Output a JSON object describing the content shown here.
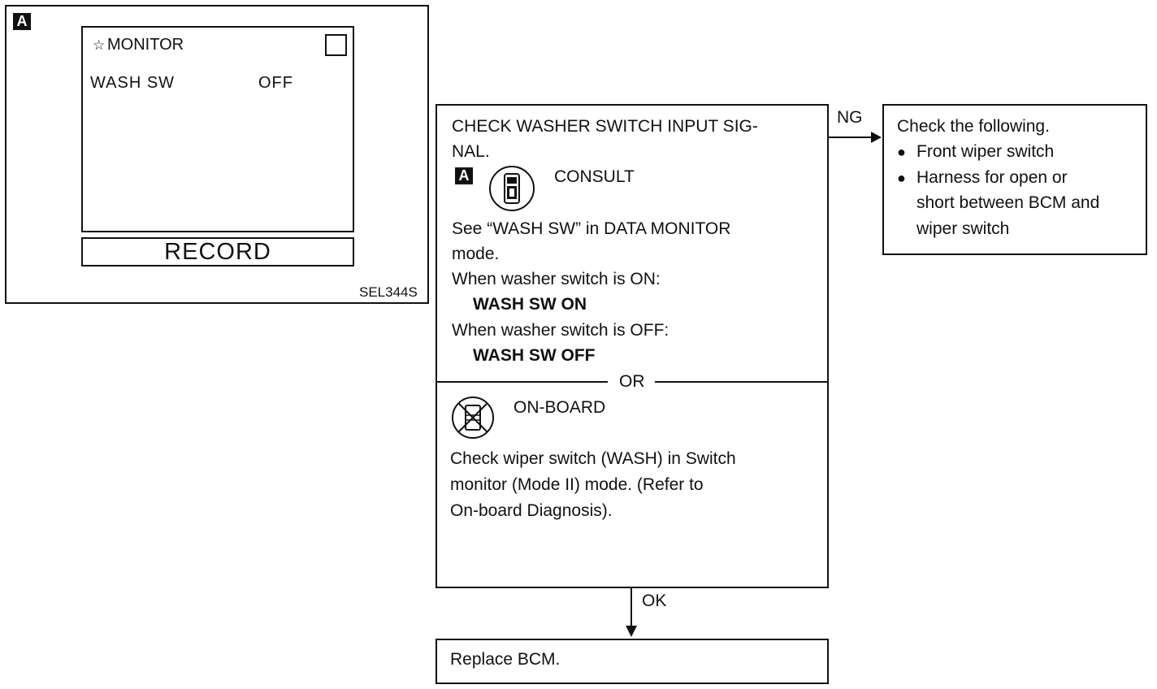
{
  "screen_panel": {
    "badge": "A",
    "monitor_title": "MONITOR",
    "item_label": "WASH SW",
    "item_value": "OFF",
    "record_label": "RECORD",
    "figure_code": "SEL344S"
  },
  "check_box": {
    "title_line1": "CHECK WASHER SWITCH INPUT SIG-",
    "title_line2": "NAL.",
    "badge": "A",
    "consult_label": "CONSULT",
    "line1": "See “WASH SW” in DATA MONITOR",
    "line2": "mode.",
    "line3": "When washer switch is ON:",
    "line4": "WASH SW ON",
    "line5": "When washer switch is OFF:",
    "line6": "WASH SW OFF",
    "or_label": "OR",
    "onboard_label": "ON-BOARD",
    "onboard_line1": "Check wiper switch (WASH) in Switch",
    "onboard_line2": "monitor (Mode II) mode. (Refer to",
    "onboard_line3": "On-board Diagnosis)."
  },
  "ng_label": "NG",
  "ok_label": "OK",
  "ng_box": {
    "title": "Check the following.",
    "item1": "Front wiper switch",
    "item2_line1": "Harness for open or",
    "item2_line2": "short between BCM and",
    "item2_line3": "wiper switch"
  },
  "result_box": {
    "text": "Replace BCM."
  }
}
